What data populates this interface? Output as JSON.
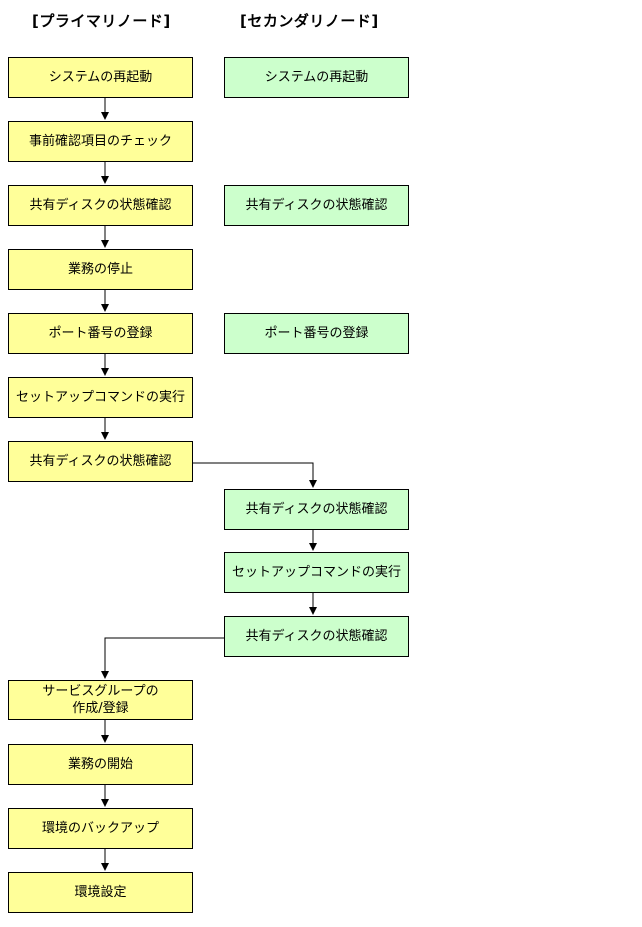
{
  "headers": {
    "primary": "[プライマリノード]",
    "secondary": "[セカンダリノード]"
  },
  "colors": {
    "primary_fill": "#ffff99",
    "secondary_fill": "#ccffcc",
    "stroke": "#000000"
  },
  "primary_steps": [
    "システムの再起動",
    "事前確認項目のチェック",
    "共有ディスクの状態確認",
    "業務の停止",
    "ポート番号の登録",
    "セットアップコマンドの実行",
    "共有ディスクの状態確認",
    "サービスグループの\n作成/登録",
    "業務の開始",
    "環境のバックアップ",
    "環境設定"
  ],
  "secondary_steps": [
    "システムの再起動",
    "共有ディスクの状態確認",
    "ポート番号の登録",
    "共有ディスクの状態確認",
    "セットアップコマンドの実行",
    "共有ディスクの状態確認"
  ]
}
